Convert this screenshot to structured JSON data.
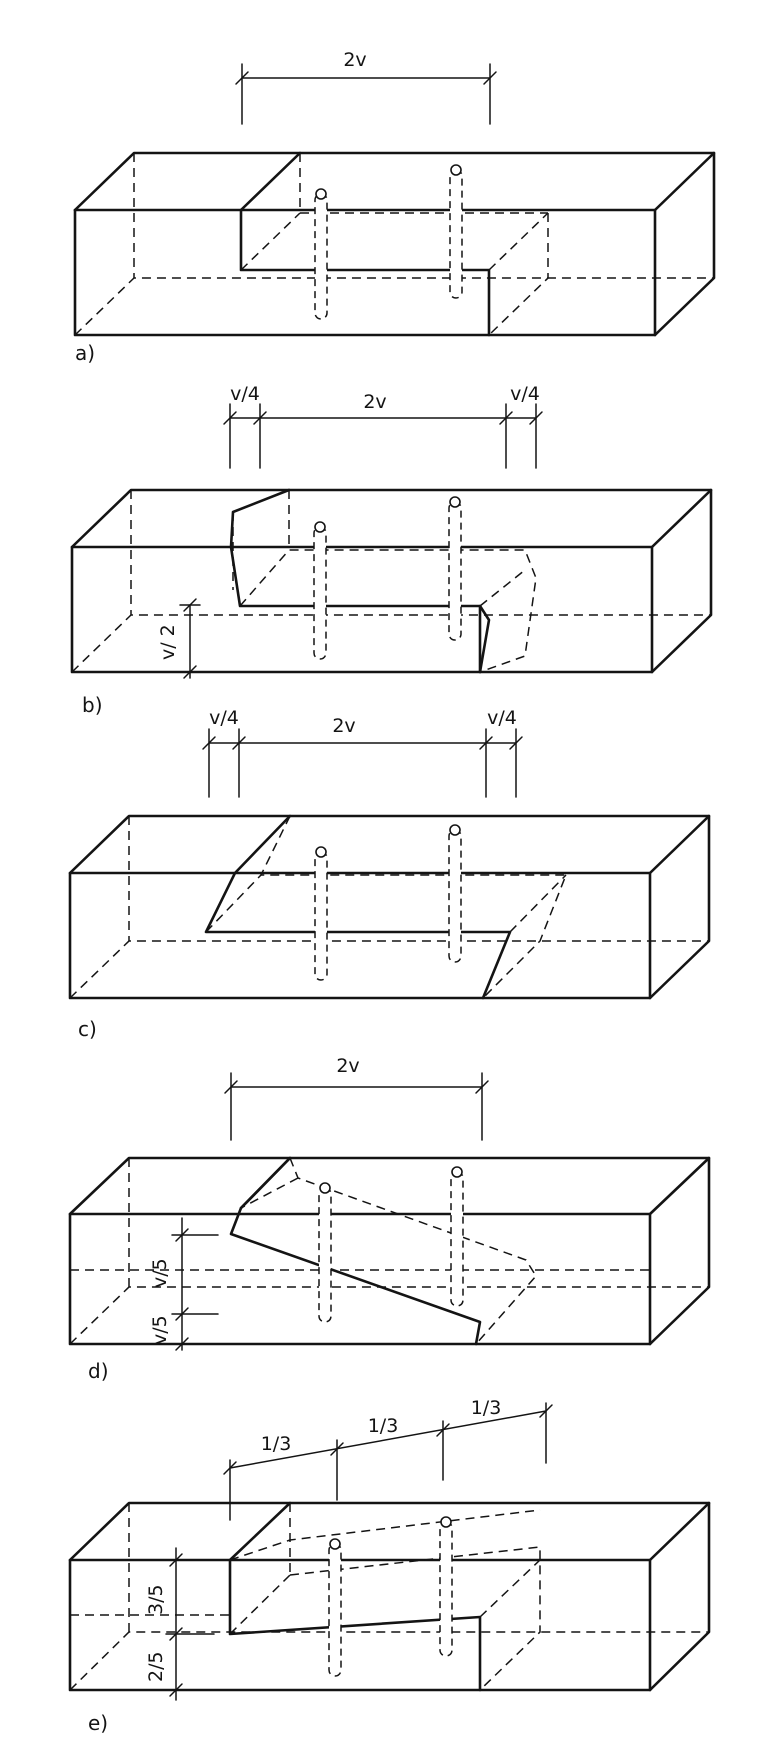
{
  "figures": [
    {
      "id": "a",
      "label": "a)",
      "dims": {
        "main": "2v"
      }
    },
    {
      "id": "b",
      "label": "b)",
      "dims": {
        "left": "v/4",
        "main": "2v",
        "right": "v/4",
        "vertical": "v/ 2"
      }
    },
    {
      "id": "c",
      "label": "c)",
      "dims": {
        "left": "v/4",
        "main": "2v",
        "right": "v/4"
      }
    },
    {
      "id": "d",
      "label": "d)",
      "dims": {
        "main": "2v",
        "upper": "v/5",
        "lower": "v/5"
      }
    },
    {
      "id": "e",
      "label": "e)",
      "dims": {
        "seg1": "1/3",
        "seg2": "1/3",
        "seg3": "1/3",
        "upper": "3/5",
        "lower": "2/5"
      }
    }
  ]
}
